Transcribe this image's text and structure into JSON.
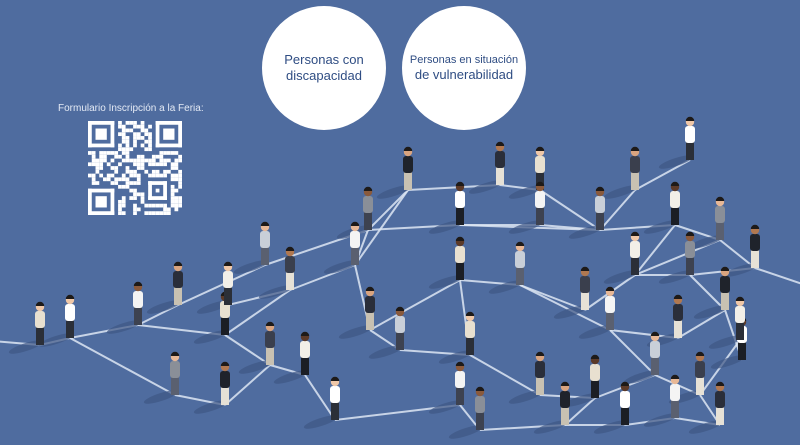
{
  "bubbles": [
    {
      "lines": [
        "Personas con",
        "discapacidad"
      ]
    },
    {
      "lines": [
        "Personas en situación",
        "de vulnerabilidad"
      ]
    }
  ],
  "qr": {
    "caption": "Formulario Inscripción a la Feria:"
  },
  "colors": {
    "background": "#4f6c9f",
    "bubble": "#ffffff",
    "bubble_text": "#2f4d83",
    "network_line": "#dde6f3",
    "qr": "#ffffff"
  }
}
